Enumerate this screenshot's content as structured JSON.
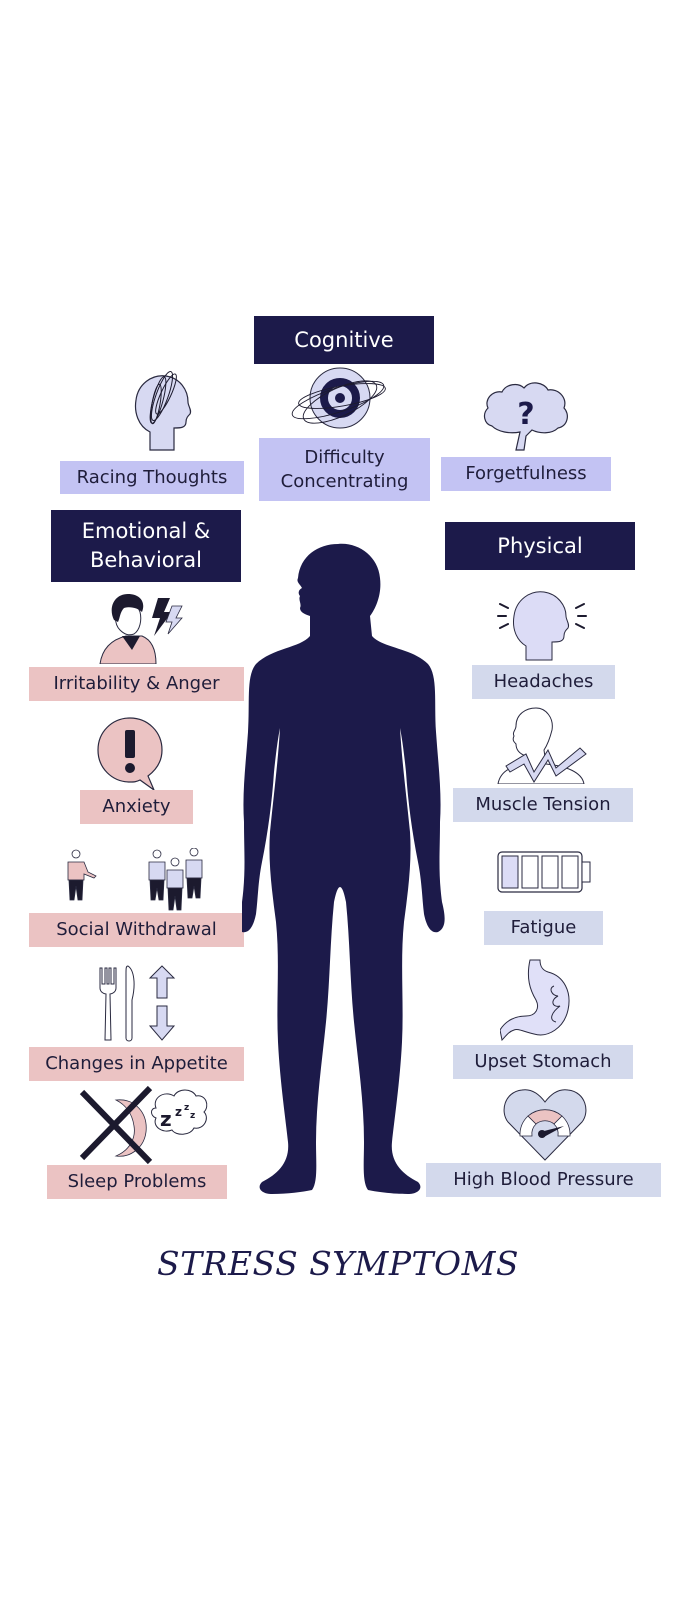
{
  "title": "STRESS SYMPTOMS",
  "colors": {
    "navy": "#1c1a4a",
    "cognitive_label": "#c3c3f3",
    "emotional_label": "#ebc3c3",
    "physical_label": "#d3d9ec",
    "icon_fill_lavender": "#d7d9f2",
    "icon_fill_pink": "#ebc3c3"
  },
  "categories": {
    "cognitive": {
      "heading": "Cognitive",
      "symptoms": [
        {
          "label": "Racing Thoughts",
          "icon": "scribbled-head-icon"
        },
        {
          "label": "Difficulty Concentrating",
          "icon": "scribbled-target-icon"
        },
        {
          "label": "Forgetfulness",
          "icon": "brain-question-icon"
        }
      ]
    },
    "emotional": {
      "heading": "Emotional & Behavioral",
      "symptoms": [
        {
          "label": "Irritability & Anger",
          "icon": "angry-person-lightning-icon"
        },
        {
          "label": "Anxiety",
          "icon": "exclamation-speech-bubble-icon"
        },
        {
          "label": "Social Withdrawal",
          "icon": "person-apart-from-group-icon"
        },
        {
          "label": "Changes in Appetite",
          "icon": "fork-knife-arrows-icon"
        },
        {
          "label": "Sleep Problems",
          "icon": "crossed-moon-zzz-icon"
        }
      ]
    },
    "physical": {
      "heading": "Physical",
      "symptoms": [
        {
          "label": "Headaches",
          "icon": "aching-head-icon"
        },
        {
          "label": "Muscle Tension",
          "icon": "neck-tension-zigzag-icon"
        },
        {
          "label": "Fatigue",
          "icon": "low-battery-icon"
        },
        {
          "label": "Upset Stomach",
          "icon": "stomach-icon"
        },
        {
          "label": "High Blood Pressure",
          "icon": "heart-gauge-icon"
        }
      ]
    }
  }
}
